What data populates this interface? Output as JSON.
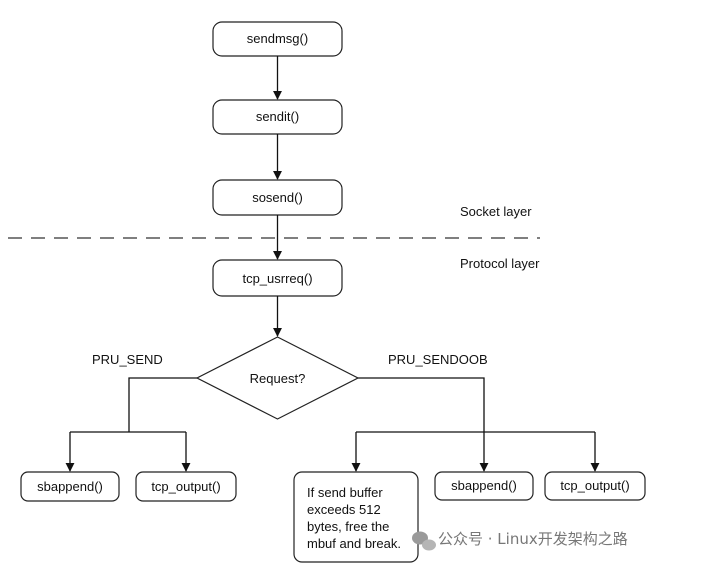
{
  "nodes": {
    "sendmsg": "sendmsg()",
    "sendit": "sendit()",
    "sosend": "sosend()",
    "tcp_usrreq": "tcp_usrreq()",
    "request": "Request?",
    "sbappend_left": "sbappend()",
    "tcp_output_left": "tcp_output()",
    "note_lines": [
      "If send buffer",
      "exceeds 512",
      "bytes, free the",
      "mbuf and break."
    ],
    "sbappend_right": "sbappend()",
    "tcp_output_right": "tcp_output()"
  },
  "layers": {
    "socket": "Socket layer",
    "protocol": "Protocol layer"
  },
  "branches": {
    "left": "PRU_SEND",
    "right": "PRU_SENDOOB"
  },
  "watermark": "公众号 · Linux开发架构之路"
}
